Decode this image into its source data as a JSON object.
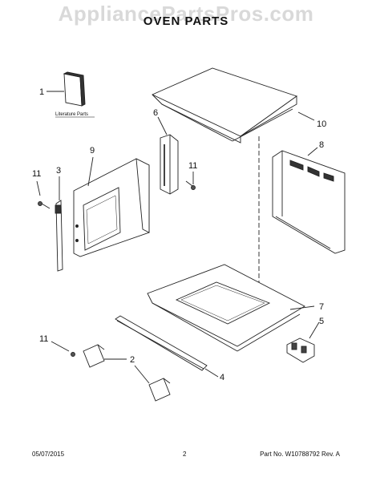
{
  "watermark": "AppliancePartsPros.com",
  "title": "OVEN PARTS",
  "literature_label": "Literature Parts",
  "callouts": {
    "c1": "1",
    "c2": "2",
    "c3": "3",
    "c4": "4",
    "c5": "5",
    "c6": "6",
    "c7": "7",
    "c8": "8",
    "c9": "9",
    "c10": "10",
    "c11a": "11",
    "c11b": "11",
    "c11c": "11"
  },
  "footer": {
    "date": "05/07/2015",
    "page": "2",
    "part_no": "Part No. W10788792  Rev. A"
  }
}
